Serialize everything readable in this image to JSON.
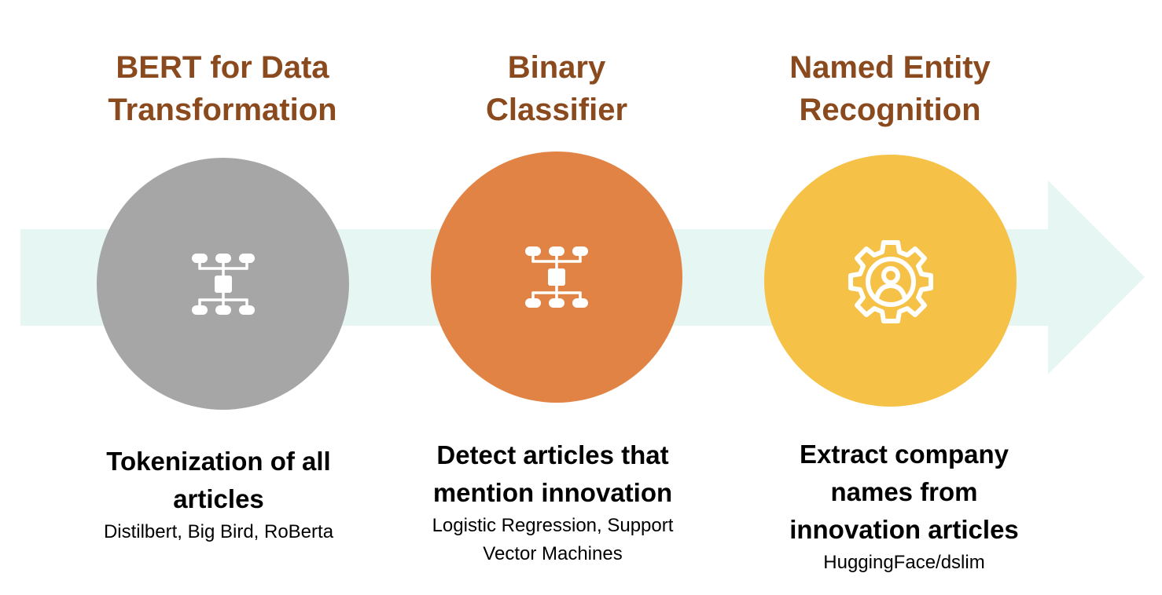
{
  "colors": {
    "arrow": "#e6f6f3",
    "title": "#8a4a1e",
    "step1": "#a6a6a6",
    "step2": "#e08344",
    "step3": "#f5c147",
    "icon": "#ffffff"
  },
  "steps": [
    {
      "title": [
        "BERT for Data",
        "Transformation"
      ],
      "icon": "hierarchy-icon",
      "heading": [
        "Tokenization of all",
        "articles"
      ],
      "detail": [
        "Distilbert, Big Bird, RoBerta"
      ]
    },
    {
      "title": [
        "Binary",
        "Classifier"
      ],
      "icon": "hierarchy-icon",
      "heading": [
        "Detect articles that",
        "mention innovation"
      ],
      "detail": [
        "Logistic Regression, Support",
        "Vector Machines"
      ]
    },
    {
      "title": [
        "Named Entity",
        "Recognition"
      ],
      "icon": "gear-person-icon",
      "heading": [
        "Extract company",
        "names from",
        "innovation articles"
      ],
      "detail": [
        "HuggingFace/dslim"
      ]
    }
  ]
}
